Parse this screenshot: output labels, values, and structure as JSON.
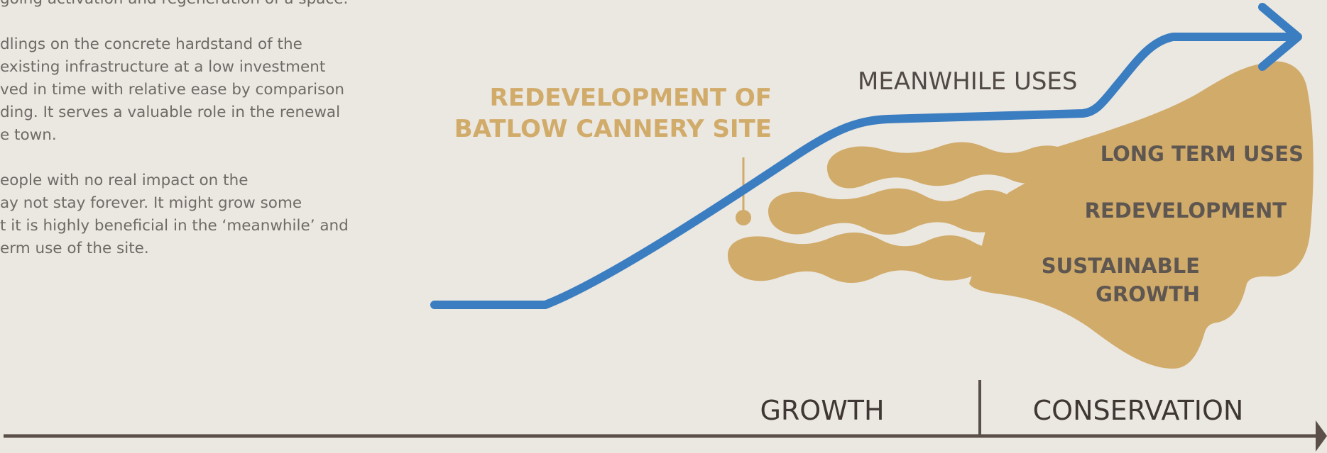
{
  "intro_text": {
    "lines": [
      "going activation and regeneration of a space.",
      "dlings on the concrete hardstand of the",
      " existing infrastructure at a low investment",
      "ved in time with relative ease by comparison",
      "ding. It serves a valuable role in the renewal",
      "e town.",
      "eople with no real impact on the",
      "ay not stay forever. It might grow some",
      "t it is highly beneficial in the ‘meanwhile’ and",
      "erm use of the site."
    ]
  },
  "diagram": {
    "site_label": {
      "line1": "REDEVELOPMENT OF",
      "line2": "BATLOW CANNERY SITE"
    },
    "meanwhile_label": "MEANWHILE USES",
    "outcomes": {
      "long_term": "LONG TERM USES",
      "redevelopment": "REDEVELOPMENT",
      "sustainable_line1": "SUSTAINABLE",
      "sustainable_line2": "GROWTH"
    },
    "phases": {
      "growth": "GROWTH",
      "conservation": "CONSERVATION"
    },
    "colors": {
      "trajectory": "#3a7dc1",
      "growth_blob": "#d1ab69",
      "timeline": "#5a4f49",
      "background": "#ebe7e1"
    }
  }
}
